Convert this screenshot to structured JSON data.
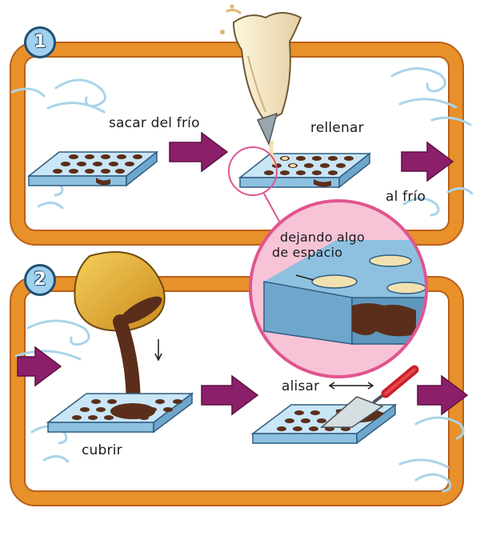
{
  "steps": [
    {
      "number": "1",
      "labels": {
        "take_out": "sacar del frío",
        "fill": "rellenar",
        "to_cold": "al frío"
      }
    },
    {
      "number": "2",
      "labels": {
        "cover": "cubrir",
        "smooth": "alisar"
      }
    }
  ],
  "inset": {
    "note_line1": "dejando algo",
    "note_line2": "de espacio"
  },
  "colors": {
    "frame": "#e8902a",
    "frame_dark": "#b8601a",
    "arrow": "#8c1f6a",
    "mold": "#a8d4ee",
    "mold_dark": "#6fa7cc",
    "chocolate": "#5a2e1a",
    "magnify_ring": "#e0558f",
    "magnify_fill": "#f7c3d7",
    "wind": "#a9d4ea",
    "bag": "#f3e4c4",
    "bowl": "#e0a830"
  },
  "icons": [
    "wind-swirl-icon",
    "piping-bag-icon",
    "bowl-icon",
    "spatula-icon",
    "magnifier-icon",
    "arrow-right-icon"
  ]
}
